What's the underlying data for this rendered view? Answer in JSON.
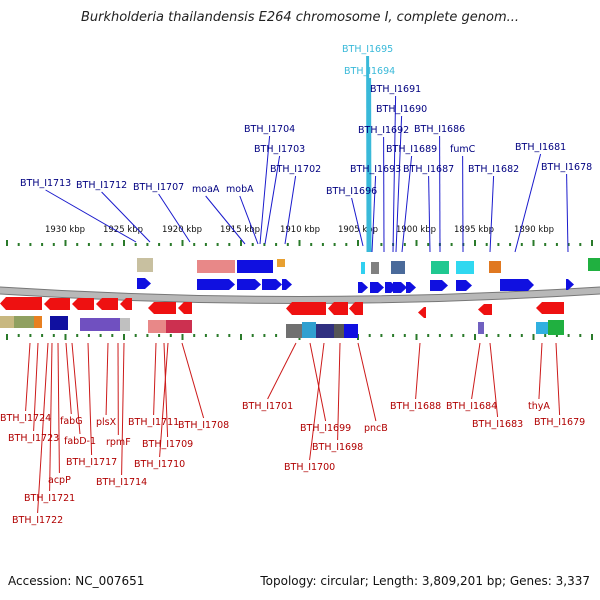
{
  "title": "Burkholderia thailandensis E264 chromosome I, complete genom...",
  "footer": {
    "accession": "Accession: NC_007651",
    "topology": "Topology: circular; Length: 3,809,201 bp; Genes: 3,337"
  },
  "scale": [
    "1930 kbp",
    "1925 kbp",
    "1920 kbp",
    "1915 kbp",
    "1910 kbp",
    "1905 kbp",
    "1900 kbp",
    "1895 kbp",
    "1890 kbp"
  ],
  "colors": {
    "forward_label": "#000080",
    "reverse_label": "#b00000",
    "highlight_label": "#39b9d9",
    "forward_gene": "#1010e0",
    "reverse_gene": "#ee1111"
  },
  "forward_genes": [
    "BTH_I1713",
    "BTH_I1712",
    "BTH_I1707",
    "moaA",
    "mobA",
    "BTH_I1704",
    "BTH_I1703",
    "BTH_I1702",
    "BTH_I1696",
    "BTH_I1695",
    "BTH_I1694",
    "BTH_I1693",
    "BTH_I1692",
    "BTH_I1691",
    "BTH_I1690",
    "BTH_I1689",
    "BTH_I1687",
    "BTH_I1686",
    "fumC",
    "BTH_I1682",
    "BTH_I1681",
    "BTH_I1678"
  ],
  "reverse_genes": [
    "BTH_I1724",
    "BTH_I1723",
    "BTH_I1722",
    "BTH_I1721",
    "acpP",
    "fabG",
    "fabD-1",
    "BTH_I1717",
    "plsX",
    "rpmF",
    "BTH_I1714",
    "BTH_I1711",
    "BTH_I1709",
    "BTH_I1710",
    "BTH_I1708",
    "BTH_I1701",
    "BTH_I1699",
    "BTH_I1700",
    "BTH_I1698",
    "pncB",
    "BTH_I1688",
    "BTH_I1684",
    "BTH_I1683",
    "thyA",
    "BTH_I1679"
  ]
}
